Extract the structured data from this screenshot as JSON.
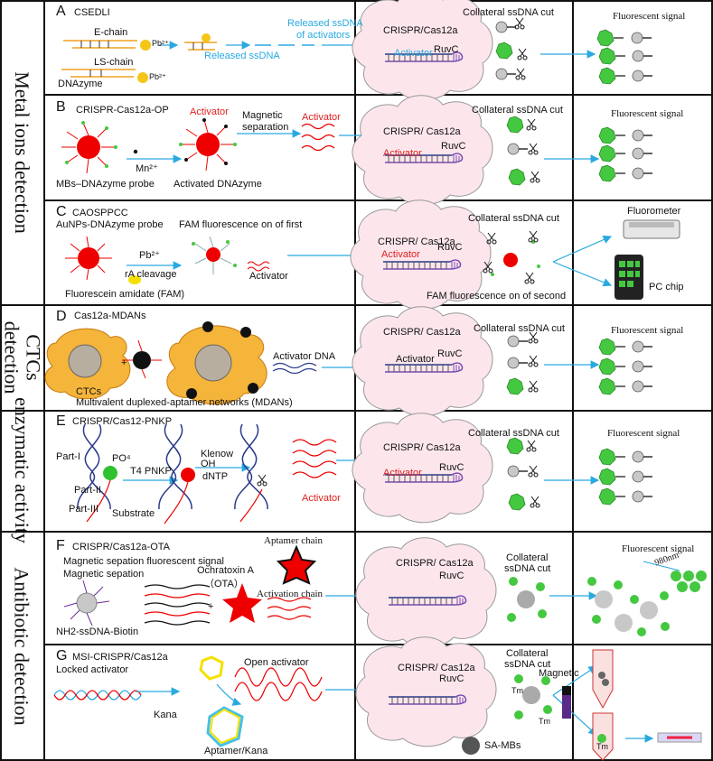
{
  "categories": [
    "Metal ions detection",
    "CTCs detection",
    "enzymatic activity",
    "Antibiotic detection"
  ],
  "panels": {
    "A": {
      "letter": "A",
      "title": "CSEDLI",
      "e_chain": "E-chain",
      "ls_chain": "LS-chain",
      "dnazyme": "DNAzyme",
      "pb": "Pb²⁺",
      "released_ssdna": "Released  ssDNA",
      "released_activators_1": "Released ssDNA",
      "released_activators_2": "of activators",
      "crispr": "CRISPR/Cas12a",
      "activator": "Activator",
      "ruvc": "RuvC",
      "collateral": "Collateral  ssDNA cut",
      "signal": "Fluorescent signal"
    },
    "B": {
      "letter": "B",
      "title": "CRISPR-Cas12a-OP",
      "activator_top": "Activator",
      "mn": "Mn²⁺",
      "magnetic_1": "Magnetic",
      "magnetic_2": "separation",
      "activator_right": "Activator",
      "probe": "MBs–DNAzyme probe",
      "activated": "Activated DNAzyme",
      "crispr": "CRISPR/ Cas12a",
      "activator": "Activator",
      "ruvc": "RuvC",
      "collateral": "Collateral  ssDNA cut",
      "signal": "Fluorescent signal"
    },
    "C": {
      "letter": "C",
      "title": "CAOSPPCC",
      "probe": "AuNPs-DNAzyme probe",
      "fam_first": "FAM fluorescence  on of first",
      "pb": "Pb²⁺",
      "ra_cleavage": "rA cleavage",
      "activator": "Activator",
      "fam_amidate": "Fluorescein amidate (FAM)",
      "crispr": "CRISPR/ Cas12a",
      "activator_c": "Activator",
      "ruvc": "RuvC",
      "collateral": "Collateral  ssDNA cut",
      "fam_second": "FAM fluorescence  on of second",
      "fluorometer": "Fluorometer",
      "pc_chip": "PC chip"
    },
    "D": {
      "letter": "D",
      "title": "Cas12a-MDANs",
      "plus": "+",
      "ctcs": "CTCs",
      "mdans": "Multivalent duplexed-aptamer networks (MDANs)",
      "activator_dna": "Activator DNA",
      "crispr": "CRISPR/ Cas12a",
      "activator": "Activator",
      "ruvc": "RuvC",
      "collateral": "Collateral  ssDNA cut",
      "signal": "Fluorescent signal"
    },
    "E": {
      "letter": "E",
      "title": "CRISPR/Cas12-PNKP",
      "part1": "Part-I",
      "po4": "PO⁴",
      "t4pnkp": "T4 PNKP",
      "oh": "OH",
      "klenow": "Klenow",
      "dntp": "dNTP",
      "part2": "Part-II",
      "part3": "Part-III",
      "substrate": "Substrate",
      "activator_red": "Activator",
      "crispr": "CRISPR/ Cas12a",
      "activator": "Activator",
      "ruvc": "RuvC",
      "collateral": "Collateral  ssDNA cut",
      "signal": "Fluorescent signal"
    },
    "F": {
      "letter": "F",
      "title": "CRISPR/Cas12a-OTA",
      "mag_line": "Magnetic  sepation fluorescent signal",
      "mag_sep": "Magnetic  sepation",
      "ota_1": "Ochratoxin A",
      "ota_2": "（OTA）",
      "aptamer_chain": "Aptamer chain",
      "activation_chain": "Activation chain",
      "nh2": "NH2-ssDNA-Biotin",
      "plus": "+",
      "crispr": "CRISPR/ Cas12a",
      "ruvc": "RuvC",
      "collateral_1": "Collateral",
      "collateral_2": "ssDNA cut",
      "signal": "Fluorescent signal",
      "nm": "980nm"
    },
    "G": {
      "letter": "G",
      "title": "MSI-CRISPR/Cas12a",
      "locked": "Locked activator",
      "open": "Open activator",
      "kana": "Kana",
      "aptamer_kana": "Aptamer/Kana",
      "crispr": "CRISPR/ Cas12a",
      "ruvc": "RuvC",
      "collateral_1": "Collateral",
      "collateral_2": "ssDNA cut",
      "magnetic": "Magnetic",
      "tm": "Tm",
      "sa_mbs": "SA-MBs"
    }
  },
  "colors": {
    "arrow": "#29a9e0",
    "strand_red": "#e02020",
    "strand_orange": "#f0a020",
    "strand_blue": "#2a3a8a",
    "cloud": "#fce6ec",
    "green": "#44c840",
    "gray": "#c8c8c8"
  }
}
